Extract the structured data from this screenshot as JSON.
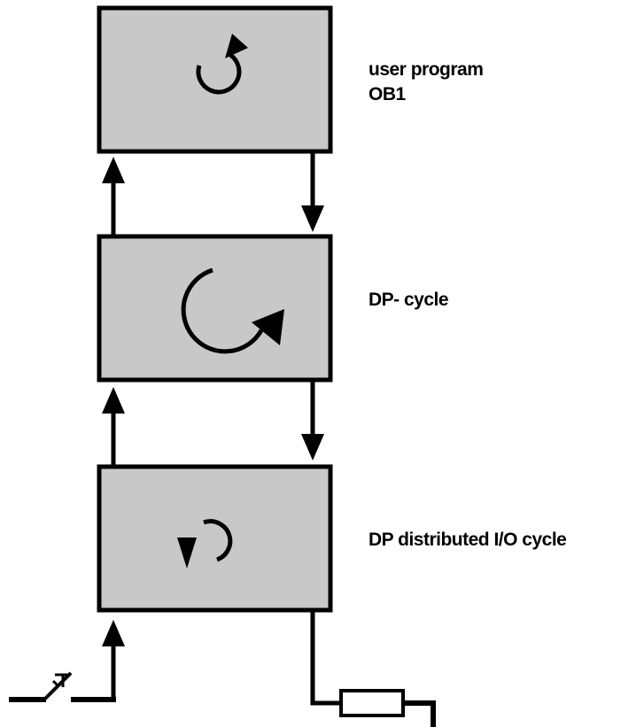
{
  "blocks": [
    {
      "id": "user-program",
      "label_lines": [
        "user program",
        "OB1"
      ]
    },
    {
      "id": "dp-cycle",
      "label_lines": [
        "DP- cycle"
      ]
    },
    {
      "id": "dp-io-cycle",
      "label_lines": [
        "DP distributed I/O cycle"
      ]
    }
  ],
  "colors": {
    "box_fill": "#c8c8c8",
    "stroke": "#000000",
    "background": "#ffffff"
  },
  "icons": [
    "cycle-arrow-icon",
    "switch-contact-icon",
    "resistor-load-icon"
  ]
}
